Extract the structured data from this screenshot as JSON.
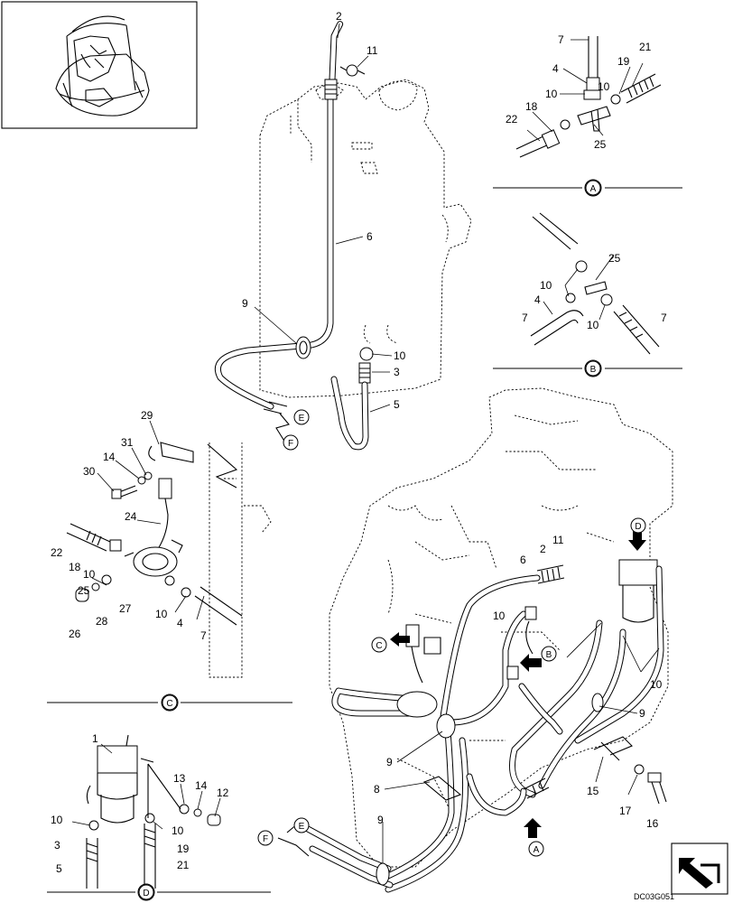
{
  "drawing_code": "DC03G051",
  "callouts": [
    {
      "id": "c2a",
      "text": "2"
    },
    {
      "id": "c11a",
      "text": "11"
    },
    {
      "id": "c6a",
      "text": "6"
    },
    {
      "id": "c9a",
      "text": "9"
    },
    {
      "id": "c10a",
      "text": "10"
    },
    {
      "id": "c3a",
      "text": "3"
    },
    {
      "id": "c5a",
      "text": "5"
    },
    {
      "id": "c7A",
      "text": "7"
    },
    {
      "id": "c4A",
      "text": "4"
    },
    {
      "id": "c21A",
      "text": "21"
    },
    {
      "id": "c19A",
      "text": "19"
    },
    {
      "id": "c10Aa",
      "text": "10"
    },
    {
      "id": "c10Ab",
      "text": "10"
    },
    {
      "id": "c22A",
      "text": "22"
    },
    {
      "id": "c18A",
      "text": "18"
    },
    {
      "id": "c25A",
      "text": "25"
    },
    {
      "id": "c25B",
      "text": "25"
    },
    {
      "id": "c10Ba",
      "text": "10"
    },
    {
      "id": "c4B",
      "text": "4"
    },
    {
      "id": "c7Ba",
      "text": "7"
    },
    {
      "id": "c10Bb",
      "text": "10"
    },
    {
      "id": "c7Bb",
      "text": "7"
    },
    {
      "id": "c29C",
      "text": "29"
    },
    {
      "id": "c31C",
      "text": "31"
    },
    {
      "id": "c14C",
      "text": "14"
    },
    {
      "id": "c30C",
      "text": "30"
    },
    {
      "id": "c24C",
      "text": "24"
    },
    {
      "id": "c22C",
      "text": "22"
    },
    {
      "id": "c18C",
      "text": "18"
    },
    {
      "id": "c10Ca",
      "text": "10"
    },
    {
      "id": "c25C",
      "text": "25"
    },
    {
      "id": "c26C",
      "text": "26"
    },
    {
      "id": "c28C",
      "text": "28"
    },
    {
      "id": "c27C",
      "text": "27"
    },
    {
      "id": "c10Cb",
      "text": "10"
    },
    {
      "id": "c4C",
      "text": "4"
    },
    {
      "id": "c7C",
      "text": "7"
    },
    {
      "id": "c1D",
      "text": "1"
    },
    {
      "id": "c13D",
      "text": "13"
    },
    {
      "id": "c14D",
      "text": "14"
    },
    {
      "id": "c12D",
      "text": "12"
    },
    {
      "id": "c10Da",
      "text": "10"
    },
    {
      "id": "c10Db",
      "text": "10"
    },
    {
      "id": "c3D",
      "text": "3"
    },
    {
      "id": "c19D",
      "text": "19"
    },
    {
      "id": "c5D",
      "text": "5"
    },
    {
      "id": "c21D",
      "text": "21"
    },
    {
      "id": "c2m",
      "text": "2"
    },
    {
      "id": "c11m",
      "text": "11"
    },
    {
      "id": "c6m",
      "text": "6"
    },
    {
      "id": "c10ma",
      "text": "10"
    },
    {
      "id": "c10mb",
      "text": "10"
    },
    {
      "id": "c9ma",
      "text": "9"
    },
    {
      "id": "c9mb",
      "text": "9"
    },
    {
      "id": "c8m",
      "text": "8"
    },
    {
      "id": "c9mc",
      "text": "9"
    },
    {
      "id": "c15m",
      "text": "15"
    },
    {
      "id": "c17m",
      "text": "17"
    },
    {
      "id": "c16m",
      "text": "16"
    }
  ],
  "view_markers": [
    {
      "id": "mA",
      "text": "A"
    },
    {
      "id": "mB",
      "text": "B"
    },
    {
      "id": "mC",
      "text": "C"
    },
    {
      "id": "mD",
      "text": "D"
    },
    {
      "id": "mE1",
      "text": "E"
    },
    {
      "id": "mF1",
      "text": "F"
    },
    {
      "id": "mE2",
      "text": "E"
    },
    {
      "id": "mF2",
      "text": "F"
    },
    {
      "id": "mCarrow",
      "text": "C"
    },
    {
      "id": "mBarrow",
      "text": "B"
    },
    {
      "id": "mDarrow",
      "text": "D"
    },
    {
      "id": "mAarrow",
      "text": "A"
    }
  ]
}
